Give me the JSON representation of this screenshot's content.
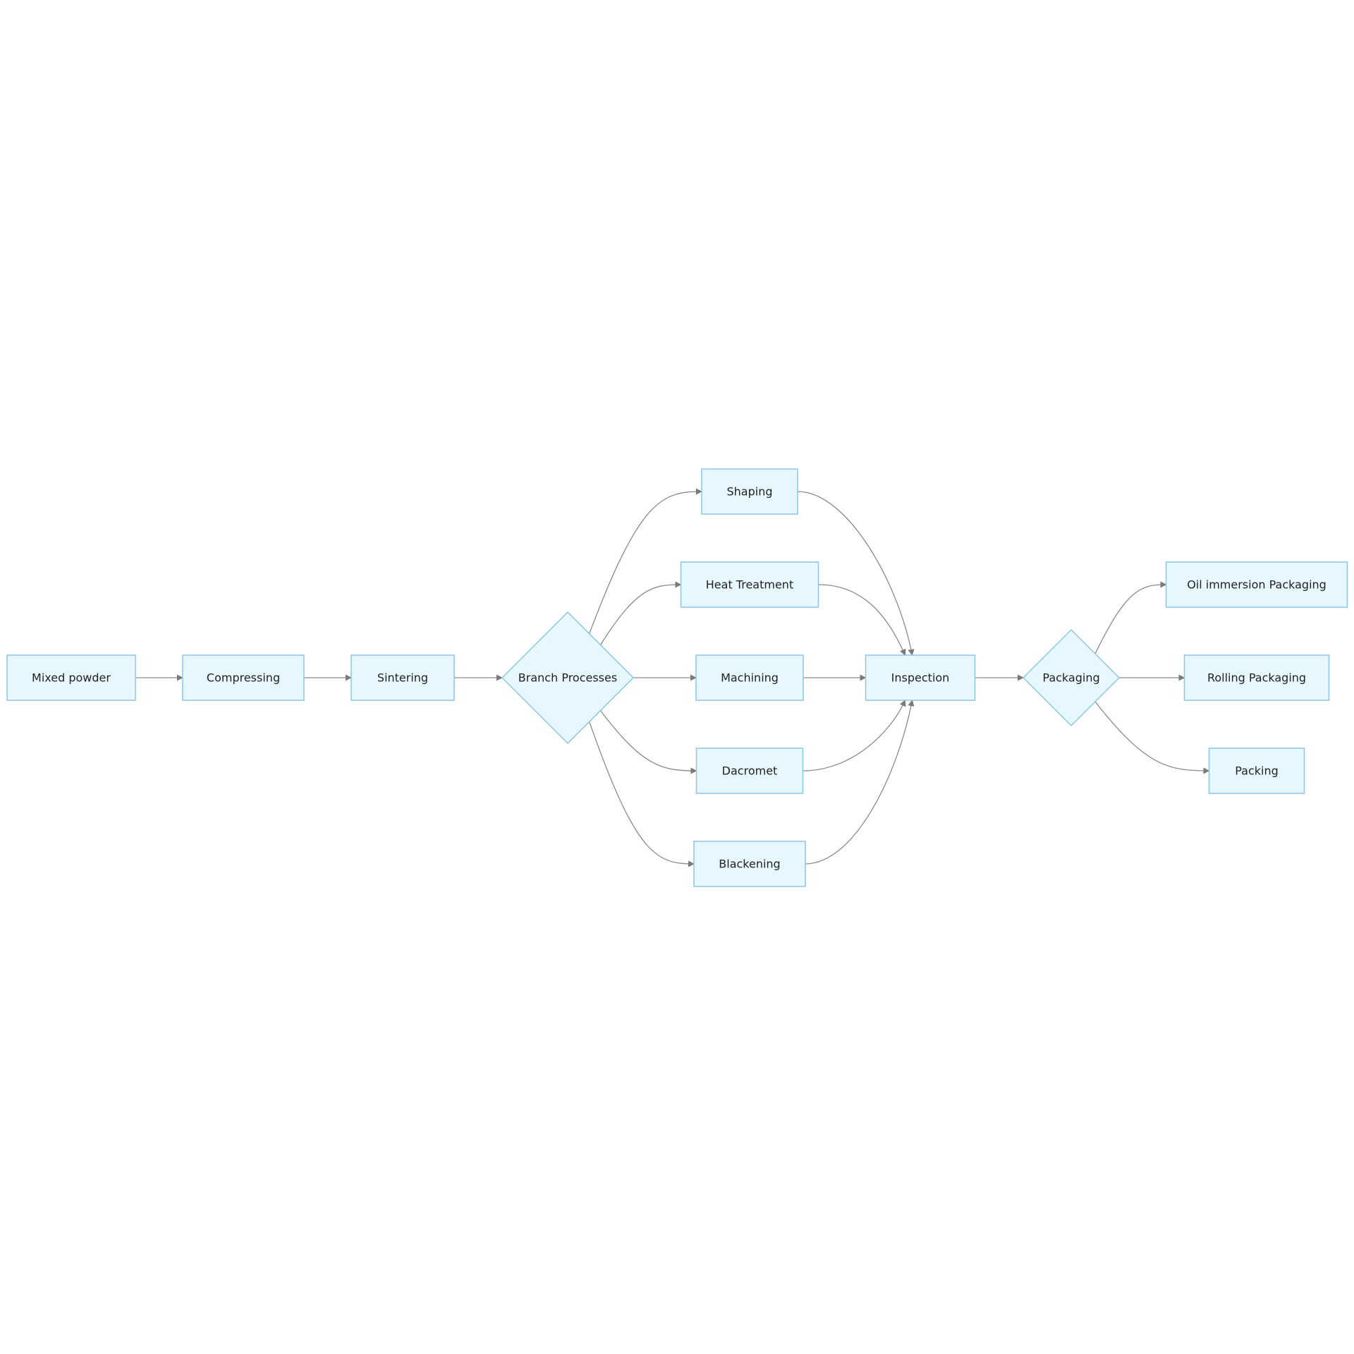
{
  "colors": {
    "background": "#ffffff",
    "node_fill": "#e6f7fd",
    "node_stroke": "#8ec6e6",
    "edge": "#8a8a8a",
    "arrowhead": "#7a7a7a",
    "text": "#222222"
  },
  "nodes": [
    {
      "id": "mixed",
      "label": "Mixed powder",
      "shape": "rect"
    },
    {
      "id": "compress",
      "label": "Compressing",
      "shape": "rect"
    },
    {
      "id": "sinter",
      "label": "Sintering",
      "shape": "rect"
    },
    {
      "id": "branch",
      "label": "Branch Processes",
      "shape": "diamond"
    },
    {
      "id": "shaping",
      "label": "Shaping",
      "shape": "rect"
    },
    {
      "id": "heat",
      "label": "Heat Treatment",
      "shape": "rect"
    },
    {
      "id": "machining",
      "label": "Machining",
      "shape": "rect"
    },
    {
      "id": "dacromet",
      "label": "Dacromet",
      "shape": "rect"
    },
    {
      "id": "blacken",
      "label": "Blackening",
      "shape": "rect"
    },
    {
      "id": "inspect",
      "label": "Inspection",
      "shape": "rect"
    },
    {
      "id": "packaging",
      "label": "Packaging",
      "shape": "diamond"
    },
    {
      "id": "oil",
      "label": "Oil immersion Packaging",
      "shape": "rect"
    },
    {
      "id": "rolling",
      "label": "Rolling Packaging",
      "shape": "rect"
    },
    {
      "id": "packing",
      "label": "Packing",
      "shape": "rect"
    }
  ],
  "edges": [
    {
      "from": "mixed",
      "to": "compress"
    },
    {
      "from": "compress",
      "to": "sinter"
    },
    {
      "from": "sinter",
      "to": "branch"
    },
    {
      "from": "branch",
      "to": "shaping"
    },
    {
      "from": "branch",
      "to": "heat"
    },
    {
      "from": "branch",
      "to": "machining"
    },
    {
      "from": "branch",
      "to": "dacromet"
    },
    {
      "from": "branch",
      "to": "blacken"
    },
    {
      "from": "shaping",
      "to": "inspect"
    },
    {
      "from": "heat",
      "to": "inspect"
    },
    {
      "from": "machining",
      "to": "inspect"
    },
    {
      "from": "dacromet",
      "to": "inspect"
    },
    {
      "from": "blacken",
      "to": "inspect"
    },
    {
      "from": "inspect",
      "to": "packaging"
    },
    {
      "from": "packaging",
      "to": "oil"
    },
    {
      "from": "packaging",
      "to": "rolling"
    },
    {
      "from": "packaging",
      "to": "packing"
    }
  ]
}
